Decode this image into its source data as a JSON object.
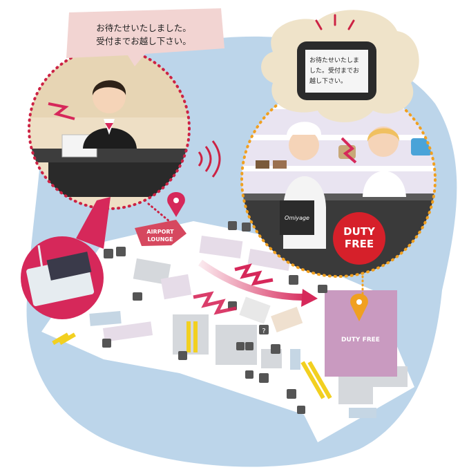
{
  "speech_bubble_reception": {
    "line1": "お待たせいたしました。",
    "line2": "受付までお越し下さい。"
  },
  "device_screen": {
    "line1": "お待たせいたしま",
    "line2": "した。受付までお",
    "line3": "越し下さい。"
  },
  "map": {
    "airport_lounge_line1": "AIRPORT",
    "airport_lounge_line2": "LOUNGE",
    "duty_free_label": "DUTY FREE",
    "help_sign": "?"
  },
  "shop": {
    "duty_free_badge_line1": "DUTY",
    "duty_free_badge_line2": "FREE",
    "bag_label": "Omiyage"
  },
  "colors": {
    "map_water": "#bcd5ea",
    "accent_red": "#d6285a",
    "bubble_pink": "#f2d4d2",
    "bubble_beige": "#efe3c9",
    "dotted_red": "#cc2244",
    "dotted_orange": "#f0a020",
    "duty_free_zone": "#c99ac0"
  }
}
